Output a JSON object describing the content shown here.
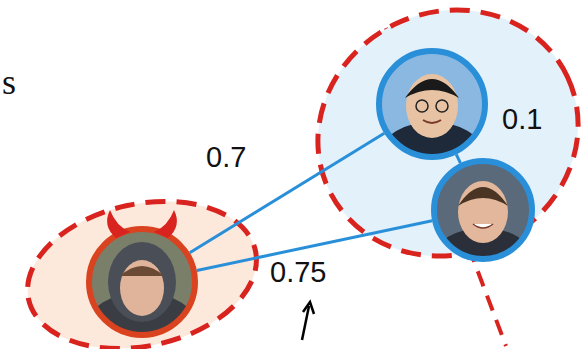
{
  "diagram": {
    "nodes": [
      {
        "text": []
      },
      {
        "text": [],
        "in": 0
      },
      {
        "text": []
      },
      {
        "text": [],
        "in": 2
      },
      {
        "text": [],
        "in": 2
      }
    ],
    "edges": [
      {
        "from": 1,
        "to": 3,
        "arrow": "none",
        "label": "0.7"
      },
      {
        "from": 1,
        "to": 4,
        "arrow": "none",
        "label": "0.75"
      },
      {
        "from": 3,
        "to": 4,
        "arrow": "none",
        "label": "0.1"
      }
    ],
    "labels": [
      "s"
    ]
  }
}
